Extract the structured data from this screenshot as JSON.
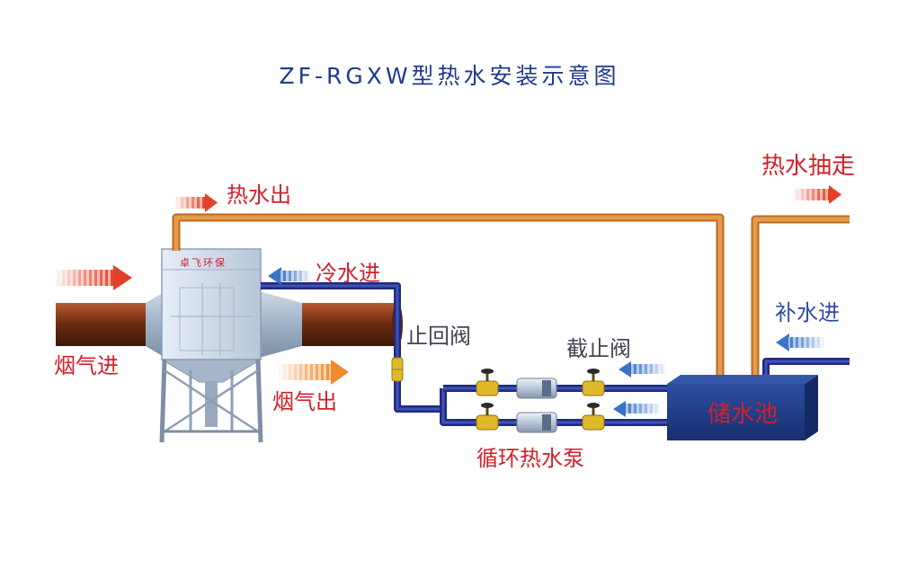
{
  "title": "ZF-RGXW型热水安装示意图",
  "labels": {
    "hot_water_out": "热水出",
    "hot_water_drawn": "热水抽走",
    "cold_water_in": "冷水进",
    "makeup_water_in": "补水进",
    "check_valve": "止回阀",
    "stop_valve": "截止阀",
    "flue_gas_in": "烟气进",
    "flue_gas_out": "烟气出",
    "storage_tank": "储水池",
    "circulation_pump": "循环热水泵",
    "unit_brand": "卓飞环保"
  },
  "colors": {
    "hot_pipe": "#d98a3a",
    "cold_pipe": "#2f3a9a",
    "flue_duct": "#8a3a1c",
    "red_arrow": "#e2402a",
    "blue_arrow": "#3a74c9",
    "tank": "#1f3e8e",
    "title": "#1f3a8c",
    "valve": "#e0b92a"
  }
}
